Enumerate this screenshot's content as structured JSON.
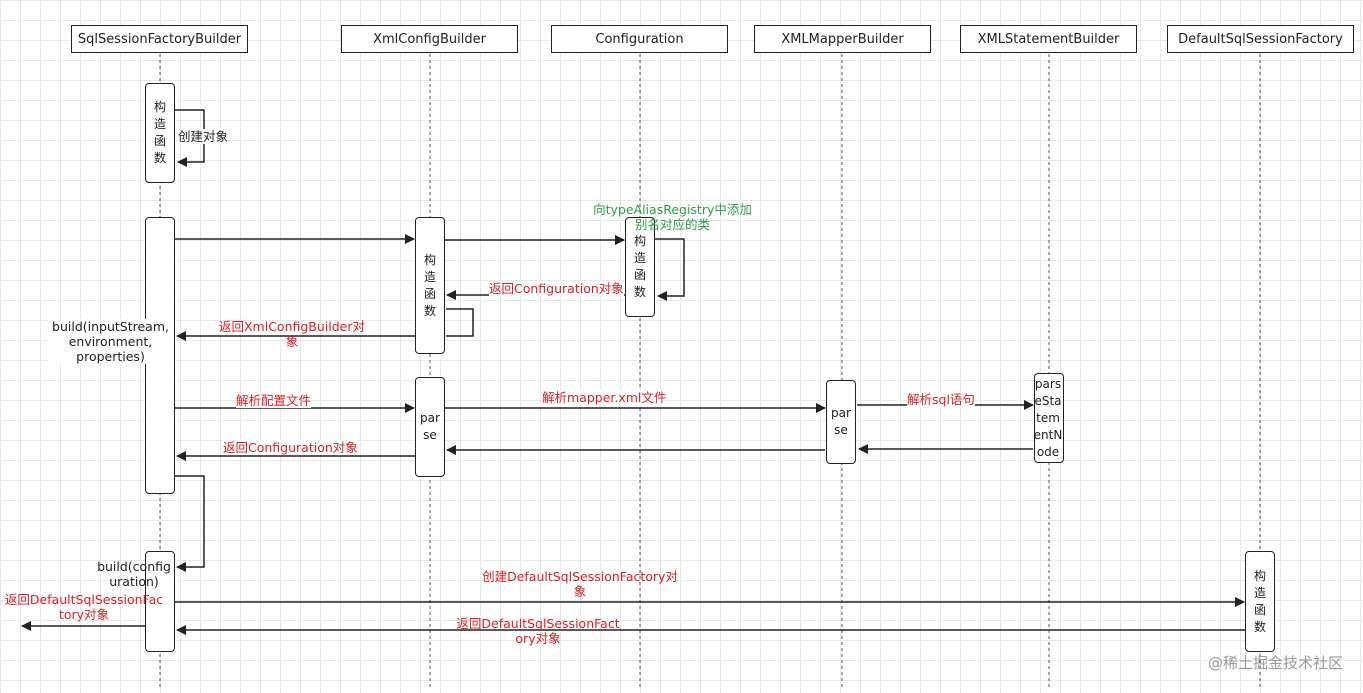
{
  "participants": [
    {
      "id": "ssfb",
      "label": "SqlSessionFactoryBuilder"
    },
    {
      "id": "xcb",
      "label": "XmlConfigBuilder"
    },
    {
      "id": "cfg",
      "label": "Configuration"
    },
    {
      "id": "xmb",
      "label": "XMLMapperBuilder"
    },
    {
      "id": "xsb",
      "label": "XMLStatementBuilder"
    },
    {
      "id": "dssf",
      "label": "DefaultSqlSessionFactory"
    }
  ],
  "activations": {
    "ssfb_ctor": "构造函数",
    "ssfb_build": "",
    "ssfb_build2": "",
    "xcb_ctor": "构造函数",
    "xcb_parse": "parse",
    "cfg_ctor": "构造函数",
    "xmb_parse": "parse",
    "xsb_parse": "parseStatementNode",
    "dssf_ctor": "构造函数"
  },
  "messages": {
    "create_object": "创建对象",
    "add_alias": "向typeAliasRegistry中添加别名对应的类",
    "return_configuration_1": "返回Configuration对象",
    "return_xmlconfigbuilder": "返回XmlConfigBuilder对象",
    "build_input": "build(inputStream, environment, properties)",
    "parse_config": "解析配置文件",
    "parse_mapper": "解析mapper.xml文件",
    "parse_sql": "解析sql语句",
    "return_configuration_2": "返回Configuration对象",
    "build_config": "build(configuration)",
    "create_dssf": "创建DefaultSqlSessionFactory对象",
    "return_dssf": "返回DefaultSqlSessionFactory对象",
    "return_dssf_out": "返回DefaultSqlSessionFactory对象"
  },
  "colors": {
    "return": "#e02020",
    "note": "#2ea043",
    "line": "#222222"
  },
  "watermark": "@稀土掘金技术社区"
}
